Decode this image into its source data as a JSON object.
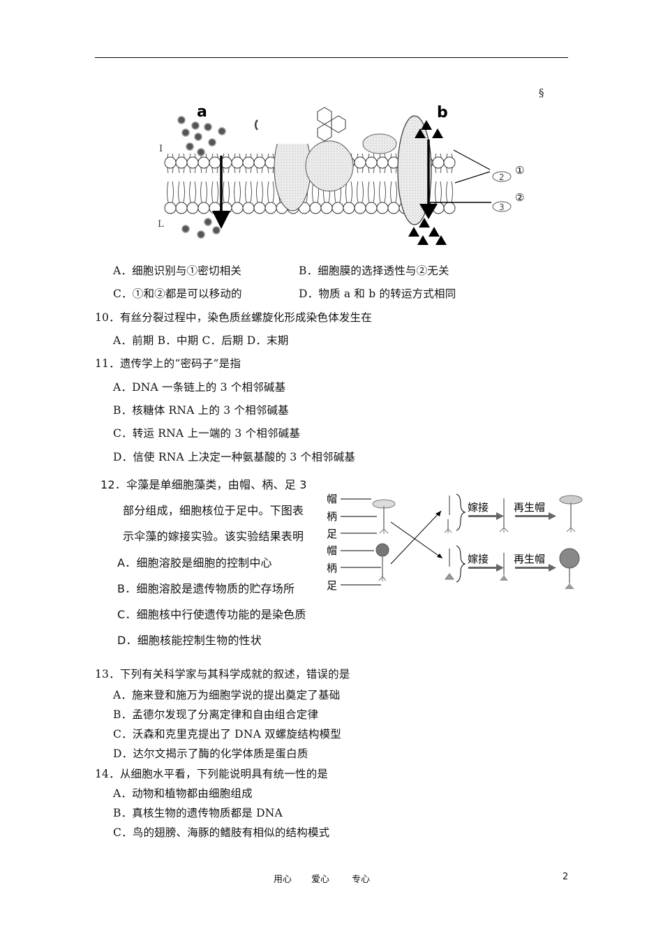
{
  "header": {
    "mark": "§"
  },
  "figure1": {
    "label_a": "a",
    "label_b": "b",
    "marker_1": "①",
    "marker_2": "②",
    "inner_2": "2",
    "inner_3": "3",
    "side_top": "I",
    "side_bottom": "L"
  },
  "q9": {
    "option_a": "A．细胞识别与①密切相关",
    "option_b": "B．细胞膜的选择透性与②无关",
    "option_c": "C．①和②都是可以移动的",
    "option_d": "D．物质 a 和 b 的转运方式相同"
  },
  "q10": {
    "stem": "10．有丝分裂过程中，染色质丝螺旋化形成染色体发生在",
    "options": "A．前期   B．中期   C．后期   D．末期"
  },
  "q11": {
    "stem": "11．遗传学上的“密码子”是指",
    "option_a": "A．DNA 一条链上的 3 个相邻碱基",
    "option_b": "B．核糖体 RNA 上的 3 个相邻碱基",
    "option_c": "C．转运 RNA 上一端的 3 个相邻碱基",
    "option_d": "D．信使 RNA 上决定一种氨基酸的 3 个相邻碱基"
  },
  "q12": {
    "line1": "12．伞藻是单细胞藻类，由帽、柄、足 3",
    "line2": "部分组成，细胞核位于足中。下图表",
    "line3": "示伞藻的嫁接实验。该实验结果表明",
    "option_a": "A．细胞溶胶是细胞的控制中心",
    "option_b": "B．细胞溶胶是遗传物质的贮存场所",
    "option_c": "C．细胞核中行使遗传功能的是染色质",
    "option_d": "D．细胞核能控制生物的性状",
    "figure": {
      "cap1": "帽",
      "stalk1": "柄",
      "foot1": "足",
      "cap2": "帽",
      "stalk2": "柄",
      "foot2": "足",
      "graft1": "嫁接",
      "regen1": "再生帽",
      "graft2": "嫁接",
      "regen2": "再生帽"
    }
  },
  "q13": {
    "stem": "13．下列有关科学家与其科学成就的叙述，错误的是",
    "option_a": "A．施来登和施万为细胞学说的提出奠定了基础",
    "option_b": "B．孟德尔发现了分离定律和自由组合定律",
    "option_c": "C．沃森和克里克提出了 DNA 双螺旋结构模型",
    "option_d": "D．达尔文揭示了酶的化学体质是蛋白质"
  },
  "q14": {
    "stem": "14．从细胞水平看，下列能说明具有统一性的是",
    "option_a": "A．动物和植物都由细胞组成",
    "option_b": "B．真核生物的遗传物质都是 DNA",
    "option_c": "C．鸟的翅膀、海豚的鳍肢有相似的结构模式"
  },
  "footer": {
    "left": "用心",
    "middle": "爱心",
    "right": "专心",
    "page": "2"
  }
}
